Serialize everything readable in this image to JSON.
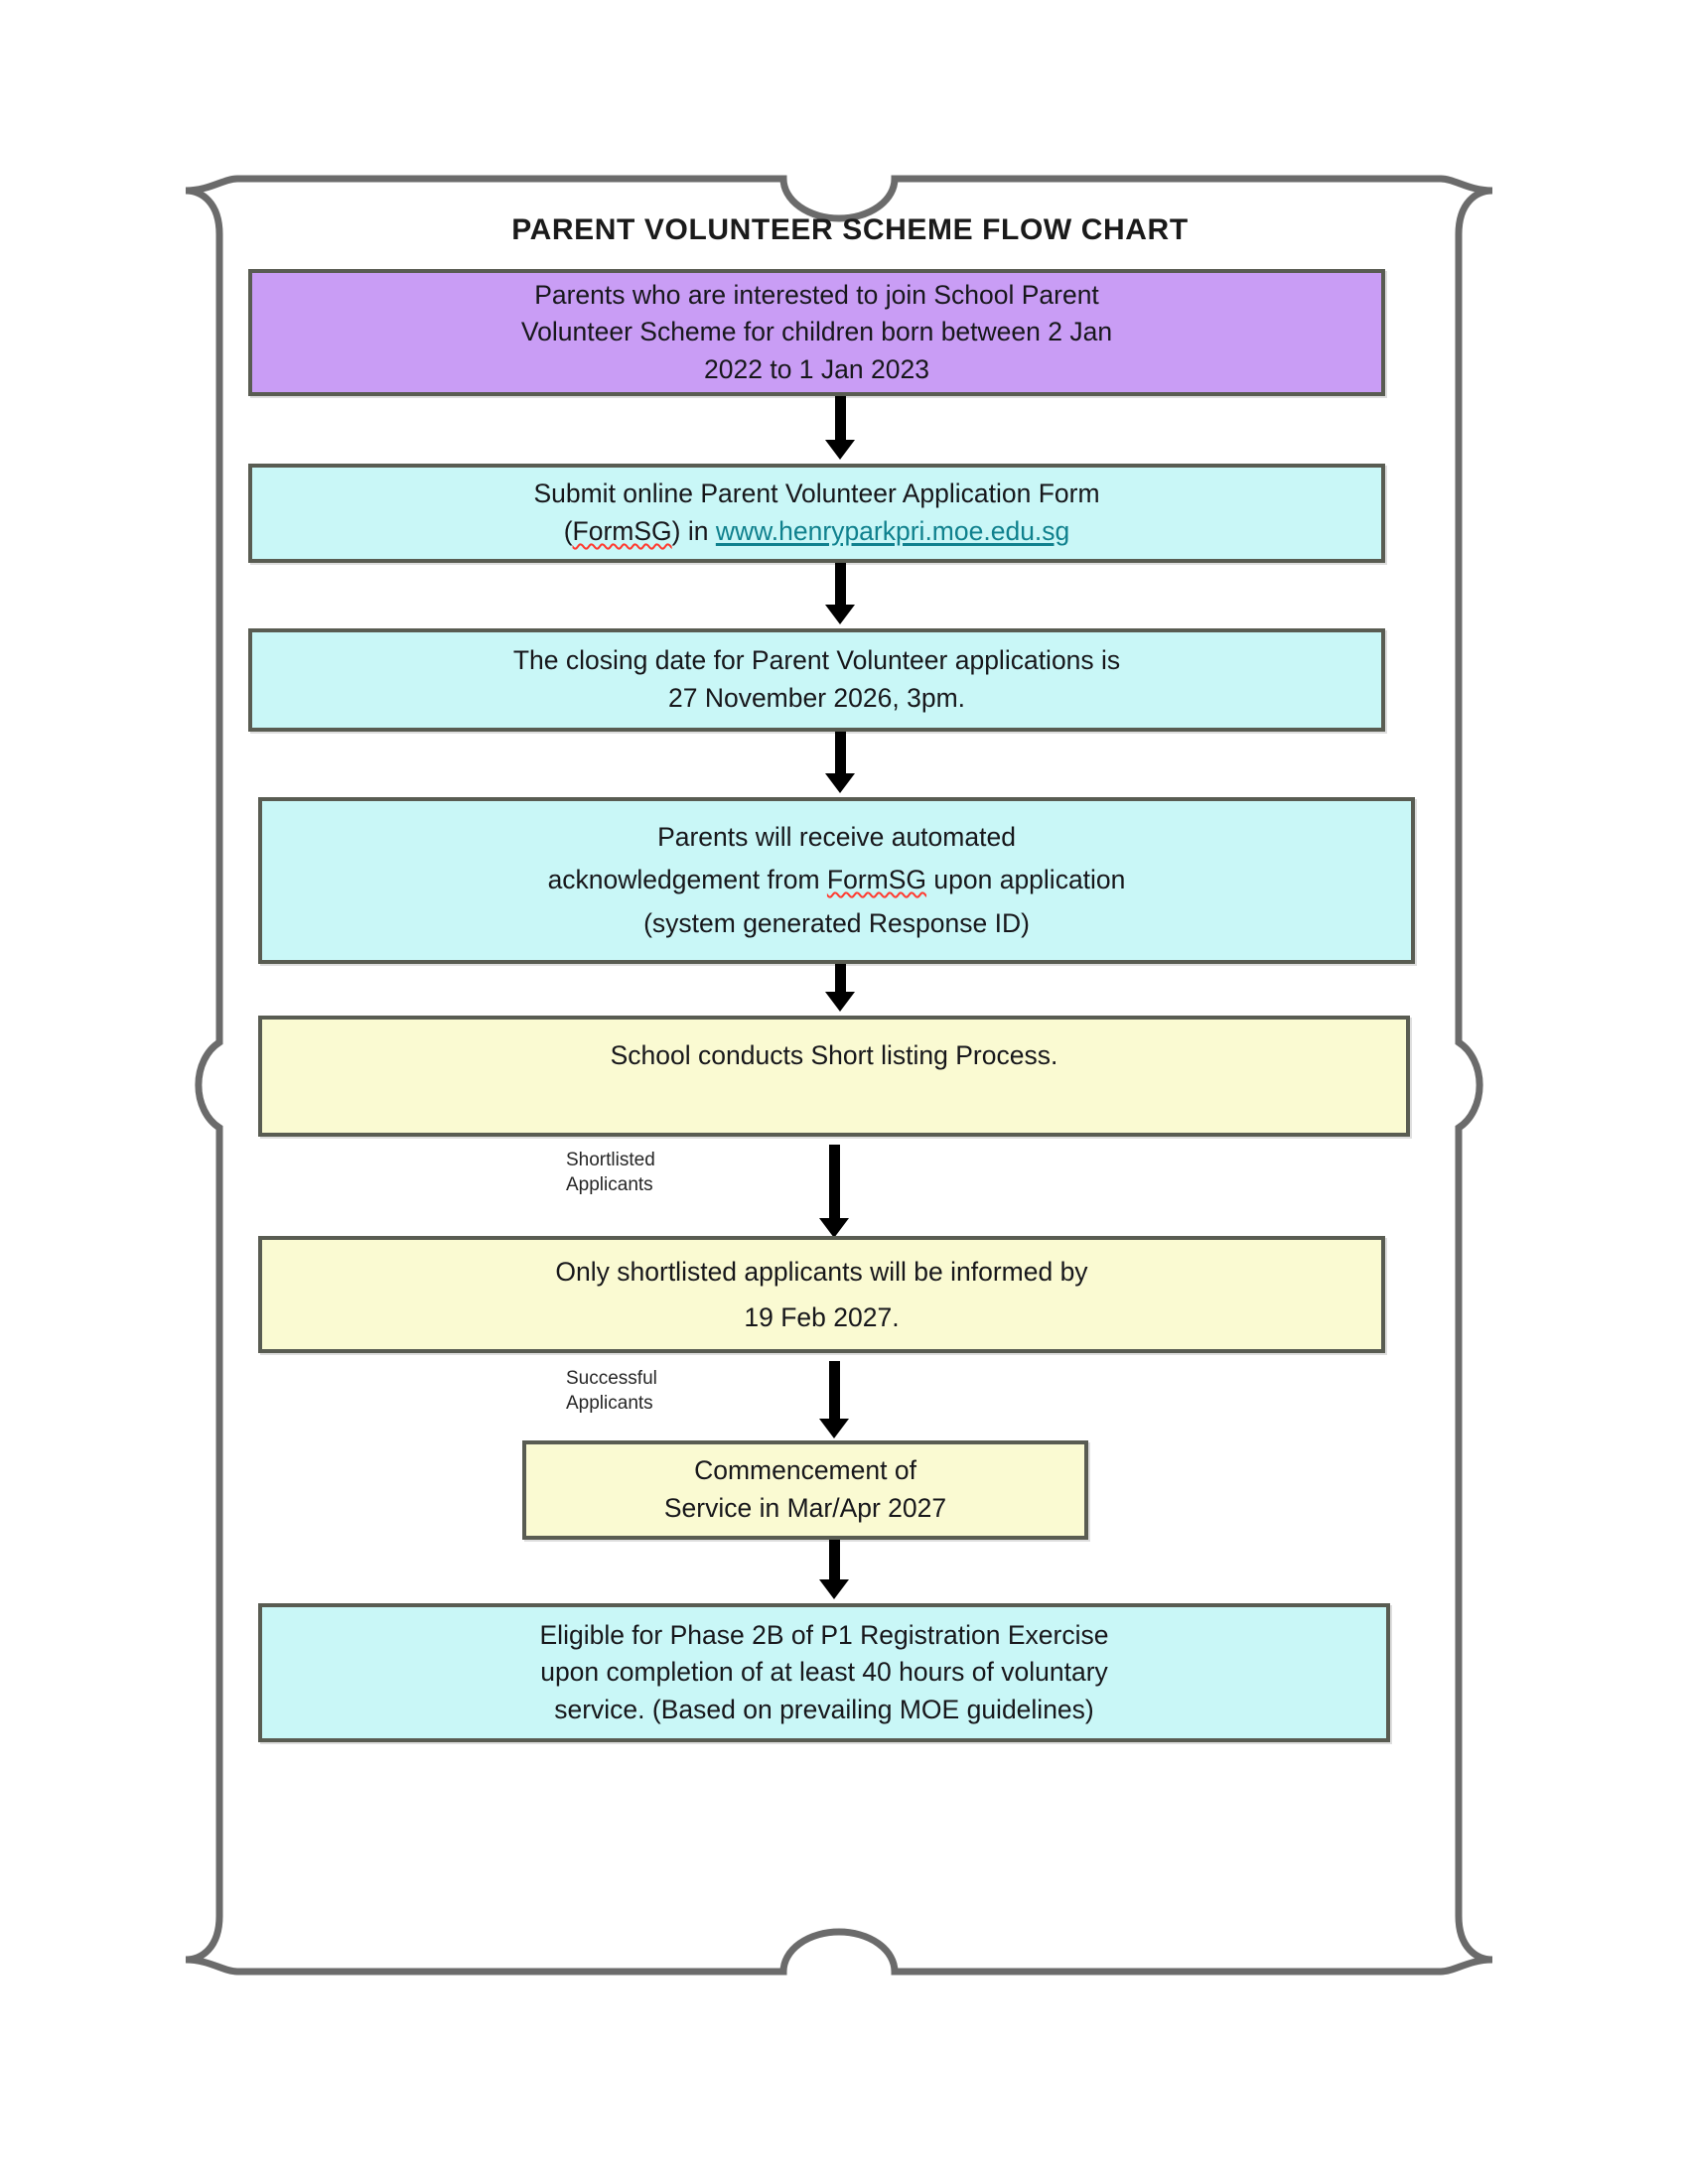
{
  "document": {
    "title": "PARENT VOLUNTEER SCHEME FLOW CHART"
  },
  "colors": {
    "intro_fill": "#c99df5",
    "info_fill": "#c9f7f7",
    "process_fill": "#fafad2",
    "border": "#595c52",
    "frame": "#6b6b6b",
    "link": "#10818e",
    "spellcheck_underline": "#ff3b30"
  },
  "flow": {
    "nodes": [
      {
        "id": "intro",
        "style": "purple",
        "lines": [
          "Parents who are interested to join School Parent",
          "Volunteer Scheme for children born between 2 Jan",
          "2022 to 1 Jan 2023"
        ]
      },
      {
        "id": "submit",
        "style": "cyan",
        "lines": [
          "Submit online Parent Volunteer Application Form"
        ],
        "line2_prefix": "(",
        "line2_misspelled": "FormSG",
        "line2_middle": ") in ",
        "line2_link": "www.henryparkpri.moe.edu.sg"
      },
      {
        "id": "closing-date",
        "style": "cyan",
        "lines": [
          "The closing date for Parent Volunteer applications is",
          "27 November 2026, 3pm."
        ]
      },
      {
        "id": "acknowledgement",
        "style": "cyan",
        "line1": "Parents will receive automated",
        "line2_prefix": "acknowledgement from ",
        "line2_misspelled": "FormSG",
        "line2_suffix": " upon application",
        "line3": "(system generated Response ID)"
      },
      {
        "id": "shortlisting",
        "style": "yellow",
        "lines": [
          "School conducts Short listing Process."
        ]
      },
      {
        "id": "informed",
        "style": "yellow",
        "lines": [
          "Only shortlisted applicants will be informed by",
          "19 Feb 2027."
        ]
      },
      {
        "id": "commencement",
        "style": "yellow",
        "lines": [
          "Commencement of",
          "Service in Mar/Apr 2027"
        ]
      },
      {
        "id": "eligible",
        "style": "cyan",
        "lines": [
          "Eligible for Phase 2B of P1 Registration Exercise",
          "upon completion of at least 40 hours of voluntary",
          "service. (Based on prevailing MOE guidelines)"
        ]
      }
    ],
    "edge_labels": {
      "shortlisted": "Shortlisted\nApplicants",
      "successful": "Successful\nApplicants"
    }
  }
}
